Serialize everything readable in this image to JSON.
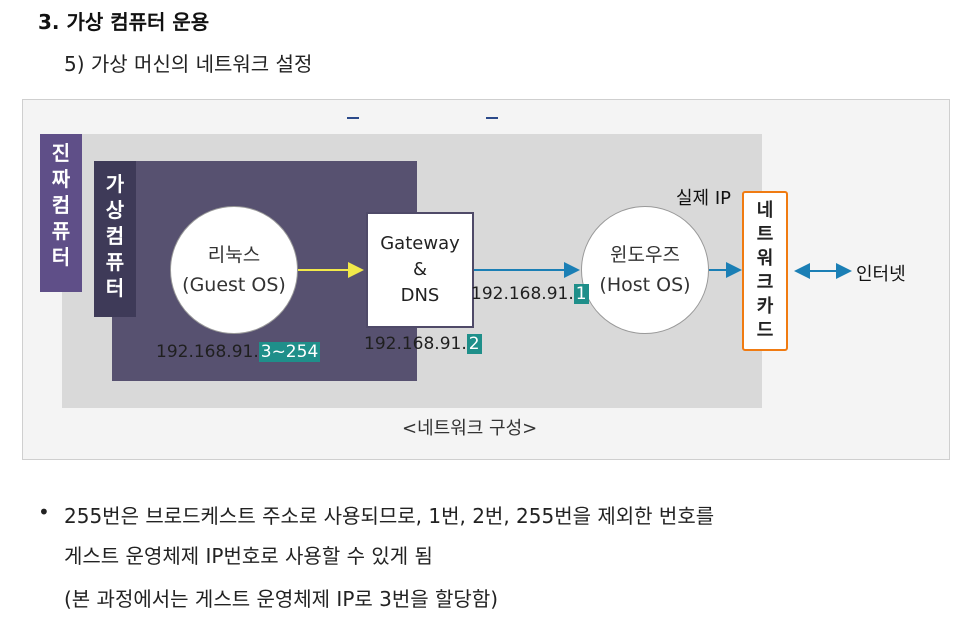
{
  "section_title": "3. 가상 컴퓨터 운용",
  "sub_title": "5) 가상 머신의 네트워크 설정",
  "figure": {
    "real_computer_label": [
      "진",
      "짜",
      "컴",
      "퓨",
      "터"
    ],
    "virtual_computer_label": [
      "가",
      "상",
      "컴",
      "퓨",
      "터"
    ],
    "linux": {
      "line1": "리눅스",
      "line2": "(Guest OS)"
    },
    "gateway": {
      "line1": "Gateway",
      "line2": "&",
      "line3": "DNS"
    },
    "windows": {
      "line1": "윈도우즈",
      "line2": "(Host OS)"
    },
    "nic_label": [
      "네",
      "트",
      "워",
      "크",
      "카",
      "드"
    ],
    "real_ip_label": "실제 IP",
    "internet_label": "인터넷",
    "ip_guest": {
      "prefix": "192.168.91.",
      "suffix": "3~254"
    },
    "ip_gateway": {
      "prefix": "192.168.91.",
      "suffix": "2"
    },
    "ip_host": {
      "prefix": "192.168.91.",
      "suffix": "1"
    },
    "caption": "<네트워크 구성>",
    "colors": {
      "real_panel": "#5f4f88",
      "virtual_panel": "#575170",
      "nic_border": "#f07b12",
      "highlight": "#1f8f8a",
      "arrow_blue": "#1b7fb5",
      "arrow_yellow": "#f2e94a"
    }
  },
  "bullet": {
    "line1": "255번은 브로드케스트 주소로 사용되므로, 1번, 2번, 255번을 제외한 번호를",
    "line2": "게스트 운영체제 IP번호로 사용할 수 있게 됨",
    "line3": "(본 과정에서는 게스트 운영체제 IP로 3번을 할당함)"
  }
}
